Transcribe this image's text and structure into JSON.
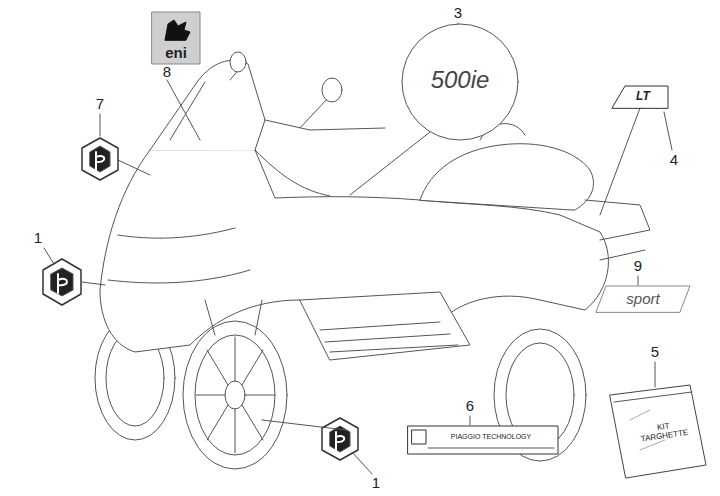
{
  "diagram": {
    "labels": [
      "8",
      "eni",
      "3",
      "500ie",
      "7",
      "4",
      "LT",
      "1",
      "9",
      "sport",
      "5",
      "KIT TARGHETTE",
      "6",
      "PIAGGIO TECHNOLOGY",
      "1"
    ]
  }
}
